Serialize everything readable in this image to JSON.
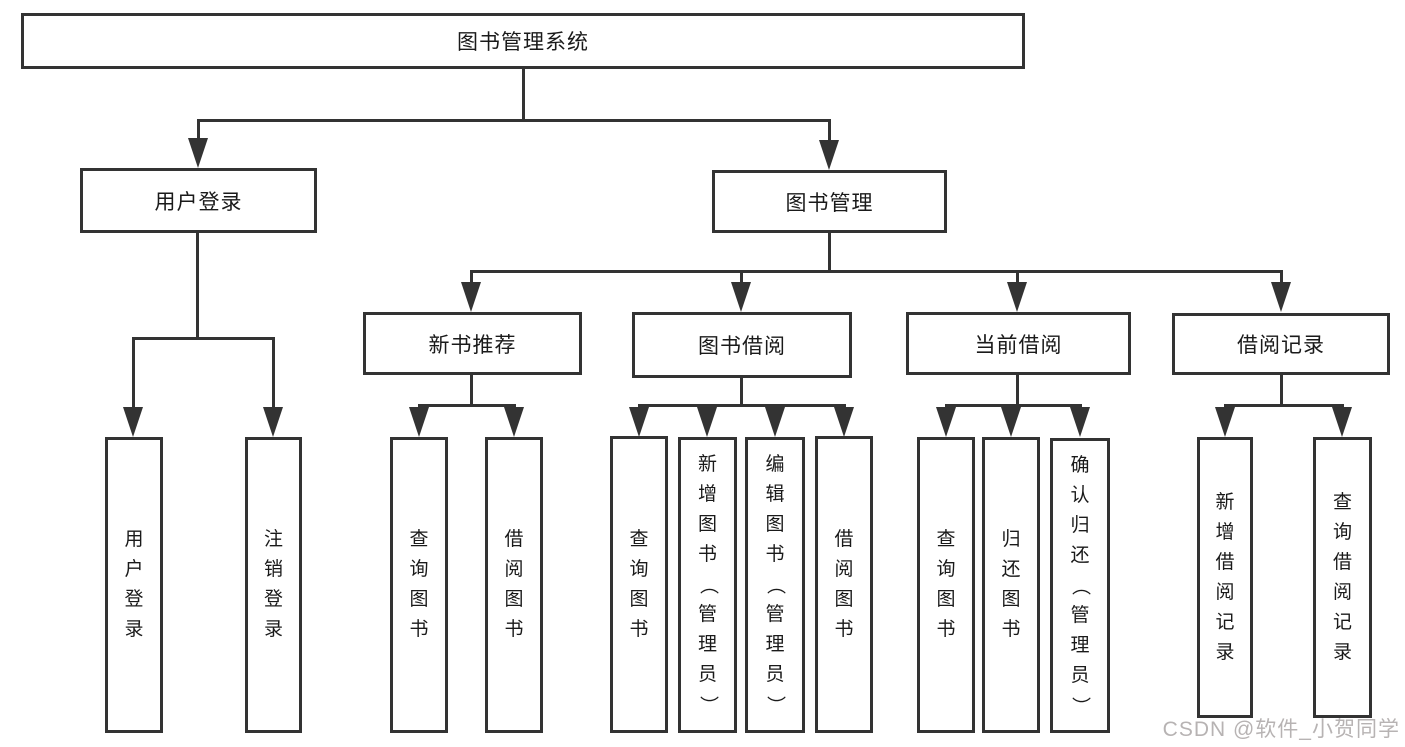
{
  "colors": {
    "line": "#333333",
    "box_border": "#333333",
    "background": "#ffffff",
    "text": "#1a1a1a",
    "watermark_text": "#b7b3b3"
  },
  "watermark": "CSDN @软件_小贺同学",
  "tree": {
    "root": {
      "label": "图书管理系统"
    },
    "branches": [
      {
        "label": "用户登录",
        "children": [
          {
            "label": "用户登录"
          },
          {
            "label": "注销登录"
          }
        ]
      },
      {
        "label": "图书管理",
        "children": [
          {
            "label": "新书推荐",
            "children": [
              {
                "label": "查询图书"
              },
              {
                "label": "借阅图书"
              }
            ]
          },
          {
            "label": "图书借阅",
            "children": [
              {
                "label": "查询图书"
              },
              {
                "label": "新增图书（管理员）"
              },
              {
                "label": "编辑图书（管理员）"
              },
              {
                "label": "借阅图书"
              }
            ]
          },
          {
            "label": "当前借阅",
            "children": [
              {
                "label": "查询图书"
              },
              {
                "label": "归还图书"
              },
              {
                "label": "确认归还（管理员）"
              }
            ]
          },
          {
            "label": "借阅记录",
            "children": [
              {
                "label": "新增借阅记录"
              },
              {
                "label": "查询借阅记录"
              }
            ]
          }
        ]
      }
    ]
  }
}
